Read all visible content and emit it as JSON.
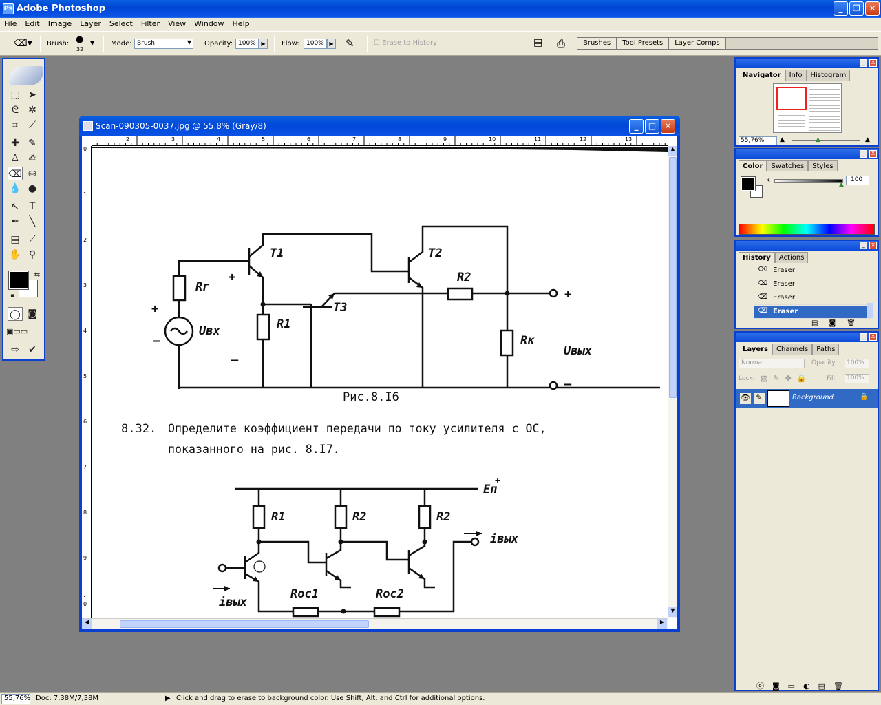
{
  "app": {
    "title": "Adobe Photoshop"
  },
  "menu": [
    "File",
    "Edit",
    "Image",
    "Layer",
    "Select",
    "Filter",
    "View",
    "Window",
    "Help"
  ],
  "options": {
    "brush_label": "Brush:",
    "brush_size": "32",
    "mode_label": "Mode:",
    "mode_value": "Brush",
    "opacity_label": "Opacity:",
    "opacity_value": "100%",
    "flow_label": "Flow:",
    "flow_value": "100%",
    "erase_history": "Erase to History",
    "well_tabs": [
      "Brushes",
      "Tool Presets",
      "Layer Comps"
    ]
  },
  "document": {
    "title": "Scan-090305-0037.jpg @ 55.8% (Gray/8)",
    "ruler_h": [
      "2",
      "3",
      "4",
      "5",
      "6",
      "7",
      "8",
      "9",
      "10",
      "11",
      "12",
      "13"
    ],
    "ruler_v": [
      "0",
      "1",
      "2",
      "3",
      "4",
      "5",
      "6",
      "7",
      "8",
      "9",
      "1\n0"
    ],
    "fig1_caption": "Рис.8.I6",
    "problem_num": "8.32.",
    "problem_line1": "Определите коэффициент передачи по току усилителя с ОС,",
    "problem_line2": "показанного на рис. 8.I7.",
    "labels": {
      "t1": "T1",
      "t2": "T2",
      "t3": "T3",
      "r2_top": "R2",
      "rg": "Rг",
      "uvx": "Uвх",
      "r1": "R1",
      "rk": "Rк",
      "uvyx": "Uвых",
      "plus_a": "+",
      "plus_b": "+",
      "minus_a": "–",
      "minus_b": "–",
      "plus_out": "+",
      "minus_out": "–",
      "ep": "Eп",
      "ep_plus": "+",
      "b_r1": "R1",
      "b_r2a": "R2",
      "b_r2b": "R2",
      "ivyx_out": "iвых",
      "ivyx_in": "iвых",
      "roc1": "Rос1",
      "roc2": "Rос2"
    }
  },
  "navigator": {
    "tabs": [
      "Navigator",
      "Info",
      "Histogram"
    ],
    "zoom": "55,76%"
  },
  "color_panel": {
    "tabs": [
      "Color",
      "Swatches",
      "Styles"
    ],
    "channel": "K",
    "value": "100"
  },
  "history": {
    "tabs": [
      "History",
      "Actions"
    ],
    "items": [
      "Eraser",
      "Eraser",
      "Eraser",
      "Eraser"
    ]
  },
  "layers": {
    "tabs": [
      "Layers",
      "Channels",
      "Paths"
    ],
    "blend": "Normal",
    "opacity_label": "Opacity:",
    "opacity": "100%",
    "lock_label": "Lock:",
    "fill_label": "Fill:",
    "fill": "100%",
    "layer_name": "Background"
  },
  "status": {
    "zoom": "55,76%",
    "doc": "Doc: 7,38M/7,38M",
    "message": "Click and drag to erase to background color.  Use Shift, Alt, and Ctrl for additional options."
  }
}
